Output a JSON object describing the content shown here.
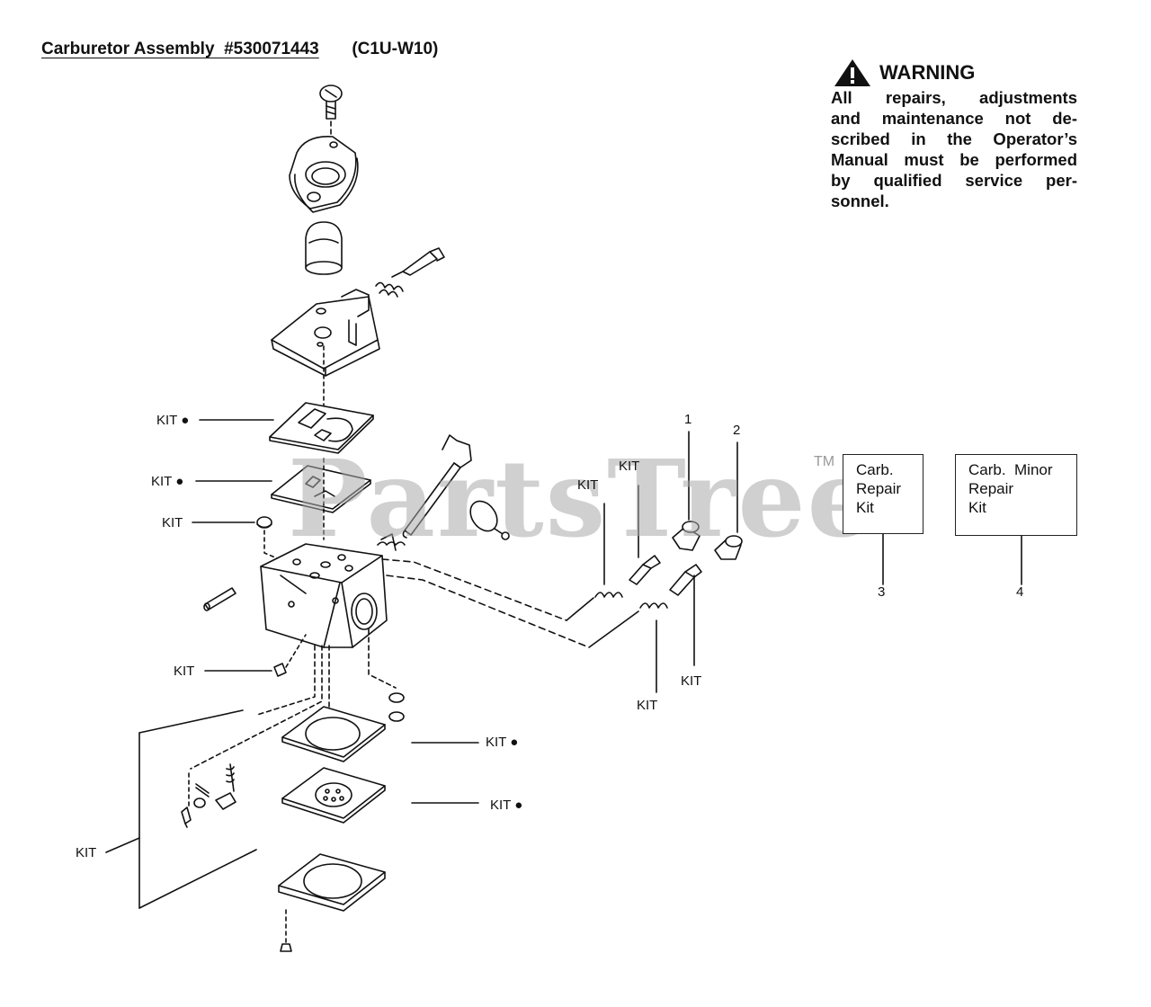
{
  "header": {
    "title": "Carburetor Assembly  #530071443",
    "model": "(C1U-W10)"
  },
  "warning": {
    "heading": "WARNING",
    "lines": [
      "All   repairs,   adjustments",
      "and  maintenance  not  de-",
      "scribed  in  the  Operator’s",
      "Manual must be performed",
      "by  qualified    service  per-",
      "sonnel."
    ]
  },
  "watermark": {
    "text": "PartsTree",
    "trademark": "TM"
  },
  "callouts": {
    "kit": "KIT",
    "kit_dot": "KIT ●",
    "n1": "1",
    "n2": "2",
    "n3": "3",
    "n4": "4"
  },
  "kits": [
    {
      "lines": [
        "Carb.",
        "Repair",
        "Kit"
      ],
      "ref": "3"
    },
    {
      "lines": [
        "Carb.  Minor",
        "Repair",
        "Kit"
      ],
      "ref": "4"
    }
  ],
  "colors": {
    "ink": "#111111",
    "watermark": "#aaaaaa"
  }
}
